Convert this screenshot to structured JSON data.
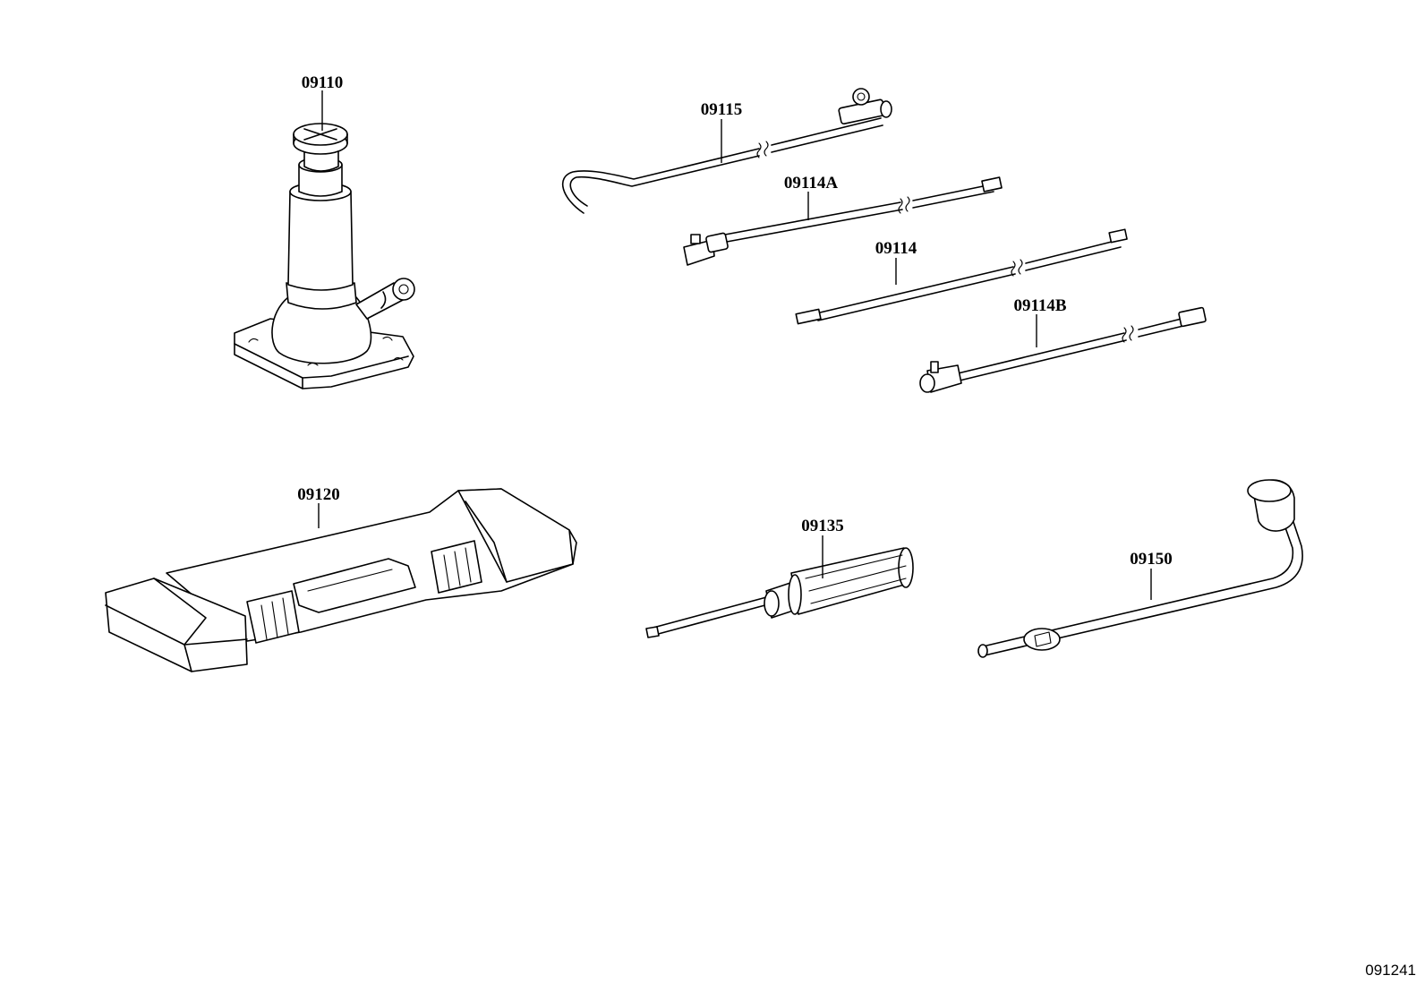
{
  "parts": [
    {
      "id": "jack",
      "label": "09110"
    },
    {
      "id": "jack-handle-hook",
      "label": "09115"
    },
    {
      "id": "jack-handle-extension-a",
      "label": "09114A"
    },
    {
      "id": "jack-handle-extension",
      "label": "09114"
    },
    {
      "id": "jack-handle-extension-b",
      "label": "09114B"
    },
    {
      "id": "tool-bag",
      "label": "09120"
    },
    {
      "id": "screwdriver",
      "label": "09135"
    },
    {
      "id": "wheel-nut-wrench",
      "label": "09150"
    }
  ],
  "diagram_code": "091241"
}
